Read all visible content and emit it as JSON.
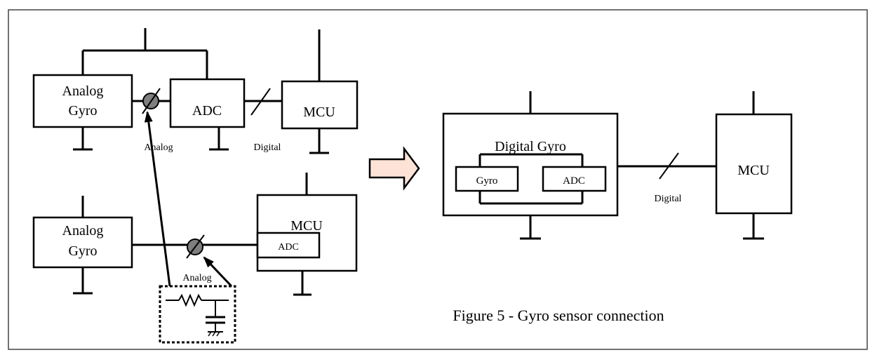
{
  "top_row": {
    "analog_gyro": [
      "Analog",
      "Gyro"
    ],
    "adc": "ADC",
    "mcu": "MCU",
    "signal_analog": "Analog",
    "signal_digital": "Digital"
  },
  "bottom_row": {
    "analog_gyro": [
      "Analog",
      "Gyro"
    ],
    "mcu": "MCU",
    "adc": "ADC",
    "signal_analog": "Analog"
  },
  "digital_side": {
    "block_title": "Digital Gyro",
    "gyro": "Gyro",
    "adc": "ADC",
    "mcu": "MCU",
    "signal_digital": "Digital"
  },
  "caption": "Figure 5 - Gyro sensor connection",
  "colors": {
    "arrow_fill": "#fde3d6",
    "node_fill": "#7f7f7f",
    "line": "#000000"
  }
}
